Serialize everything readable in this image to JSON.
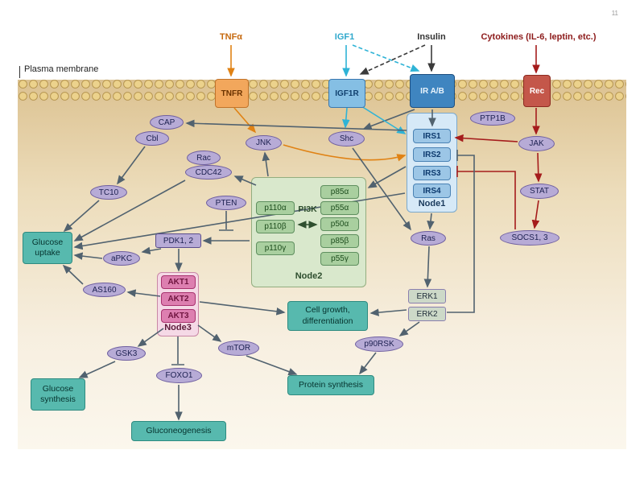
{
  "page": {
    "number": "11"
  },
  "membrane_label": "Plasma membrane",
  "ligands": {
    "tnfa": "TNFα",
    "igf1": "IGF1",
    "insulin": "Insulin",
    "cytokines": "Cytokines (IL-6, leptin, etc.)"
  },
  "receptors": {
    "tnfr": "TNFR",
    "igf1r": "IGF1R",
    "ir": "IR A/B",
    "rec": "Rec"
  },
  "node1": {
    "title": "Node1",
    "irs1": "IRS1",
    "irs2": "IRS2",
    "irs3": "IRS3",
    "irs4": "IRS4"
  },
  "node2": {
    "title": "Node2",
    "pi3k": "PI3K",
    "p110a": "p110α",
    "p110b": "p110β",
    "p110g": "p110γ",
    "p85a": "p85α",
    "p55a": "p55α",
    "p50a": "p50α",
    "p85b": "p85β",
    "p55g": "p55γ"
  },
  "node3": {
    "title": "Node3",
    "akt1": "AKT1",
    "akt2": "AKT2",
    "akt3": "AKT3"
  },
  "proteins": {
    "cap": "CAP",
    "cbl": "Cbl",
    "rac": "Rac",
    "cdc42": "CDC42",
    "tc10": "TC10",
    "jnk": "JNK",
    "shc": "Shc",
    "ptp1b": "PTP1B",
    "jak": "JAK",
    "stat": "STAT",
    "socs": "SOCS1, 3",
    "ras": "Ras",
    "pten": "PTEN",
    "pdk": "PDK1, 2",
    "apkc": "aPKC",
    "as160": "AS160",
    "gsk3": "GSK3",
    "foxo1": "FOXO1",
    "mtor": "mTOR",
    "erk1": "ERK1",
    "erk2": "ERK2",
    "p90rsk": "p90RSK"
  },
  "processes": {
    "glucose_uptake": "Glucose uptake",
    "cell_growth": "Cell growth, differentiation",
    "protein_synthesis": "Protein synthesis",
    "glucose_synthesis": "Glucose synthesis",
    "gluconeogenesis": "Gluconeogenesis"
  },
  "colors": {
    "orange": "#e08214",
    "cyan": "#2fb3d6",
    "red": "#a51c1c",
    "gray": "#51626f",
    "teal": "#57b9ae",
    "lavender": "#b7abd6"
  }
}
